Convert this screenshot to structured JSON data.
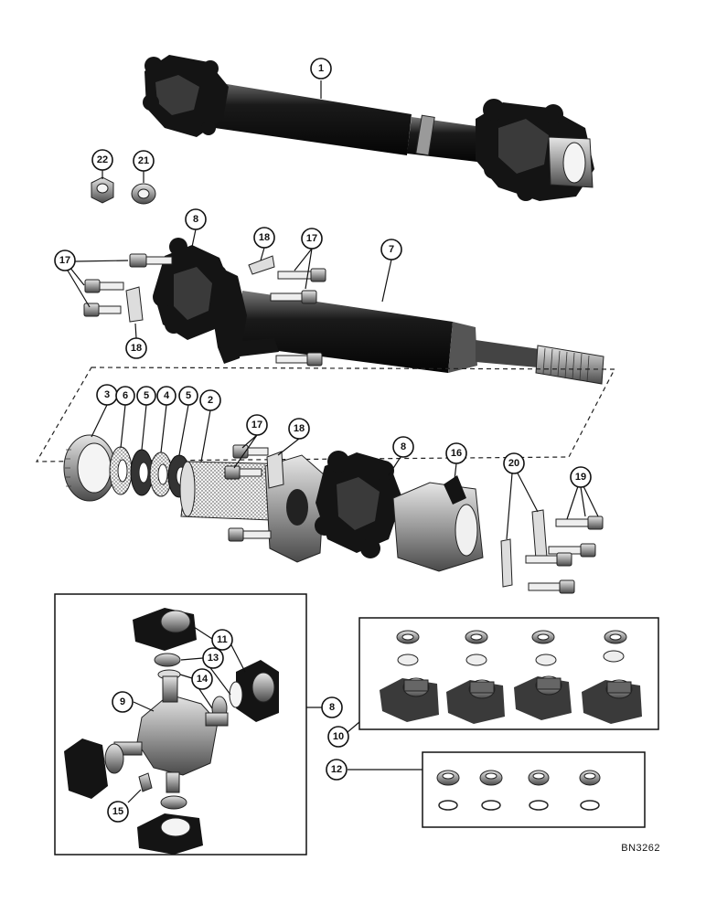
{
  "drawing_number": "BN3262",
  "callouts": {
    "c1": "1",
    "c2": "2",
    "c3": "3",
    "c4": "4",
    "c5a": "5",
    "c5b": "5",
    "c6": "6",
    "c7": "7",
    "c8a": "8",
    "c8b": "8",
    "c8c": "8",
    "c9": "9",
    "c10": "10",
    "c11": "11",
    "c12": "12",
    "c13": "13",
    "c14": "14",
    "c15": "15",
    "c16": "16",
    "c17a": "17",
    "c17b": "17",
    "c17c": "17",
    "c18a": "18",
    "c18b": "18",
    "c18c": "18",
    "c19": "19",
    "c20": "20",
    "c21": "21",
    "c22": "22"
  }
}
